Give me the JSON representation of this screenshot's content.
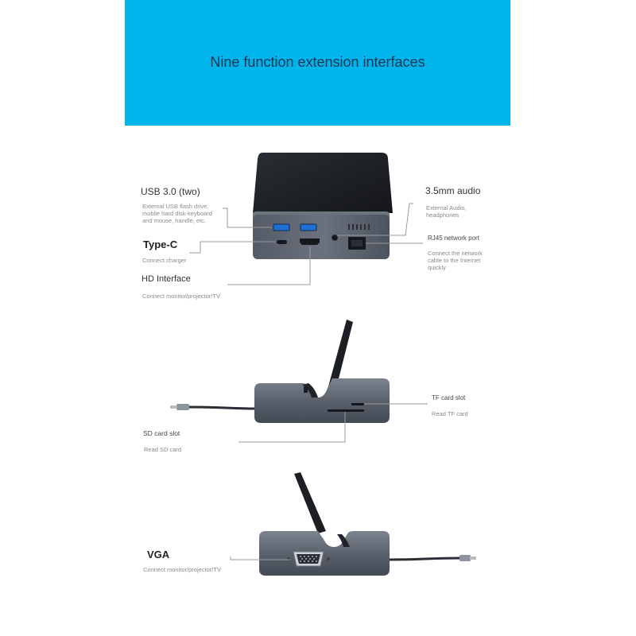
{
  "banner": {
    "title": "Nine function extension interfaces"
  },
  "labels": {
    "usb30": {
      "title": "USB 3.0 (two)",
      "desc": "External USB flash drive, mobile hard disk-keyboard and mouse, handle, etc."
    },
    "typec": {
      "title": "Type-C",
      "desc": "Connect charger"
    },
    "hd": {
      "title": "HD Interface",
      "desc": "Connect monitor/projector/TV"
    },
    "audio": {
      "title": "3.5mm audio",
      "desc": "External Audio, headphones"
    },
    "rj45": {
      "title": "RJ45 network port",
      "desc": "Connect the network cable to the Internet quickly"
    },
    "tf": {
      "title": "TF card slot",
      "desc": "Read TF card"
    },
    "sd": {
      "title": "SD card slot",
      "desc": "Read SD card"
    },
    "vga": {
      "title": "VGA",
      "desc": "Connect monitor/projector/TV"
    }
  },
  "colors": {
    "banner": "#00b4ec",
    "body_dark": "#4e5663",
    "body_light": "#7a828e",
    "port_blue": "#1f6fd6",
    "leader": "#9a9a9a"
  }
}
